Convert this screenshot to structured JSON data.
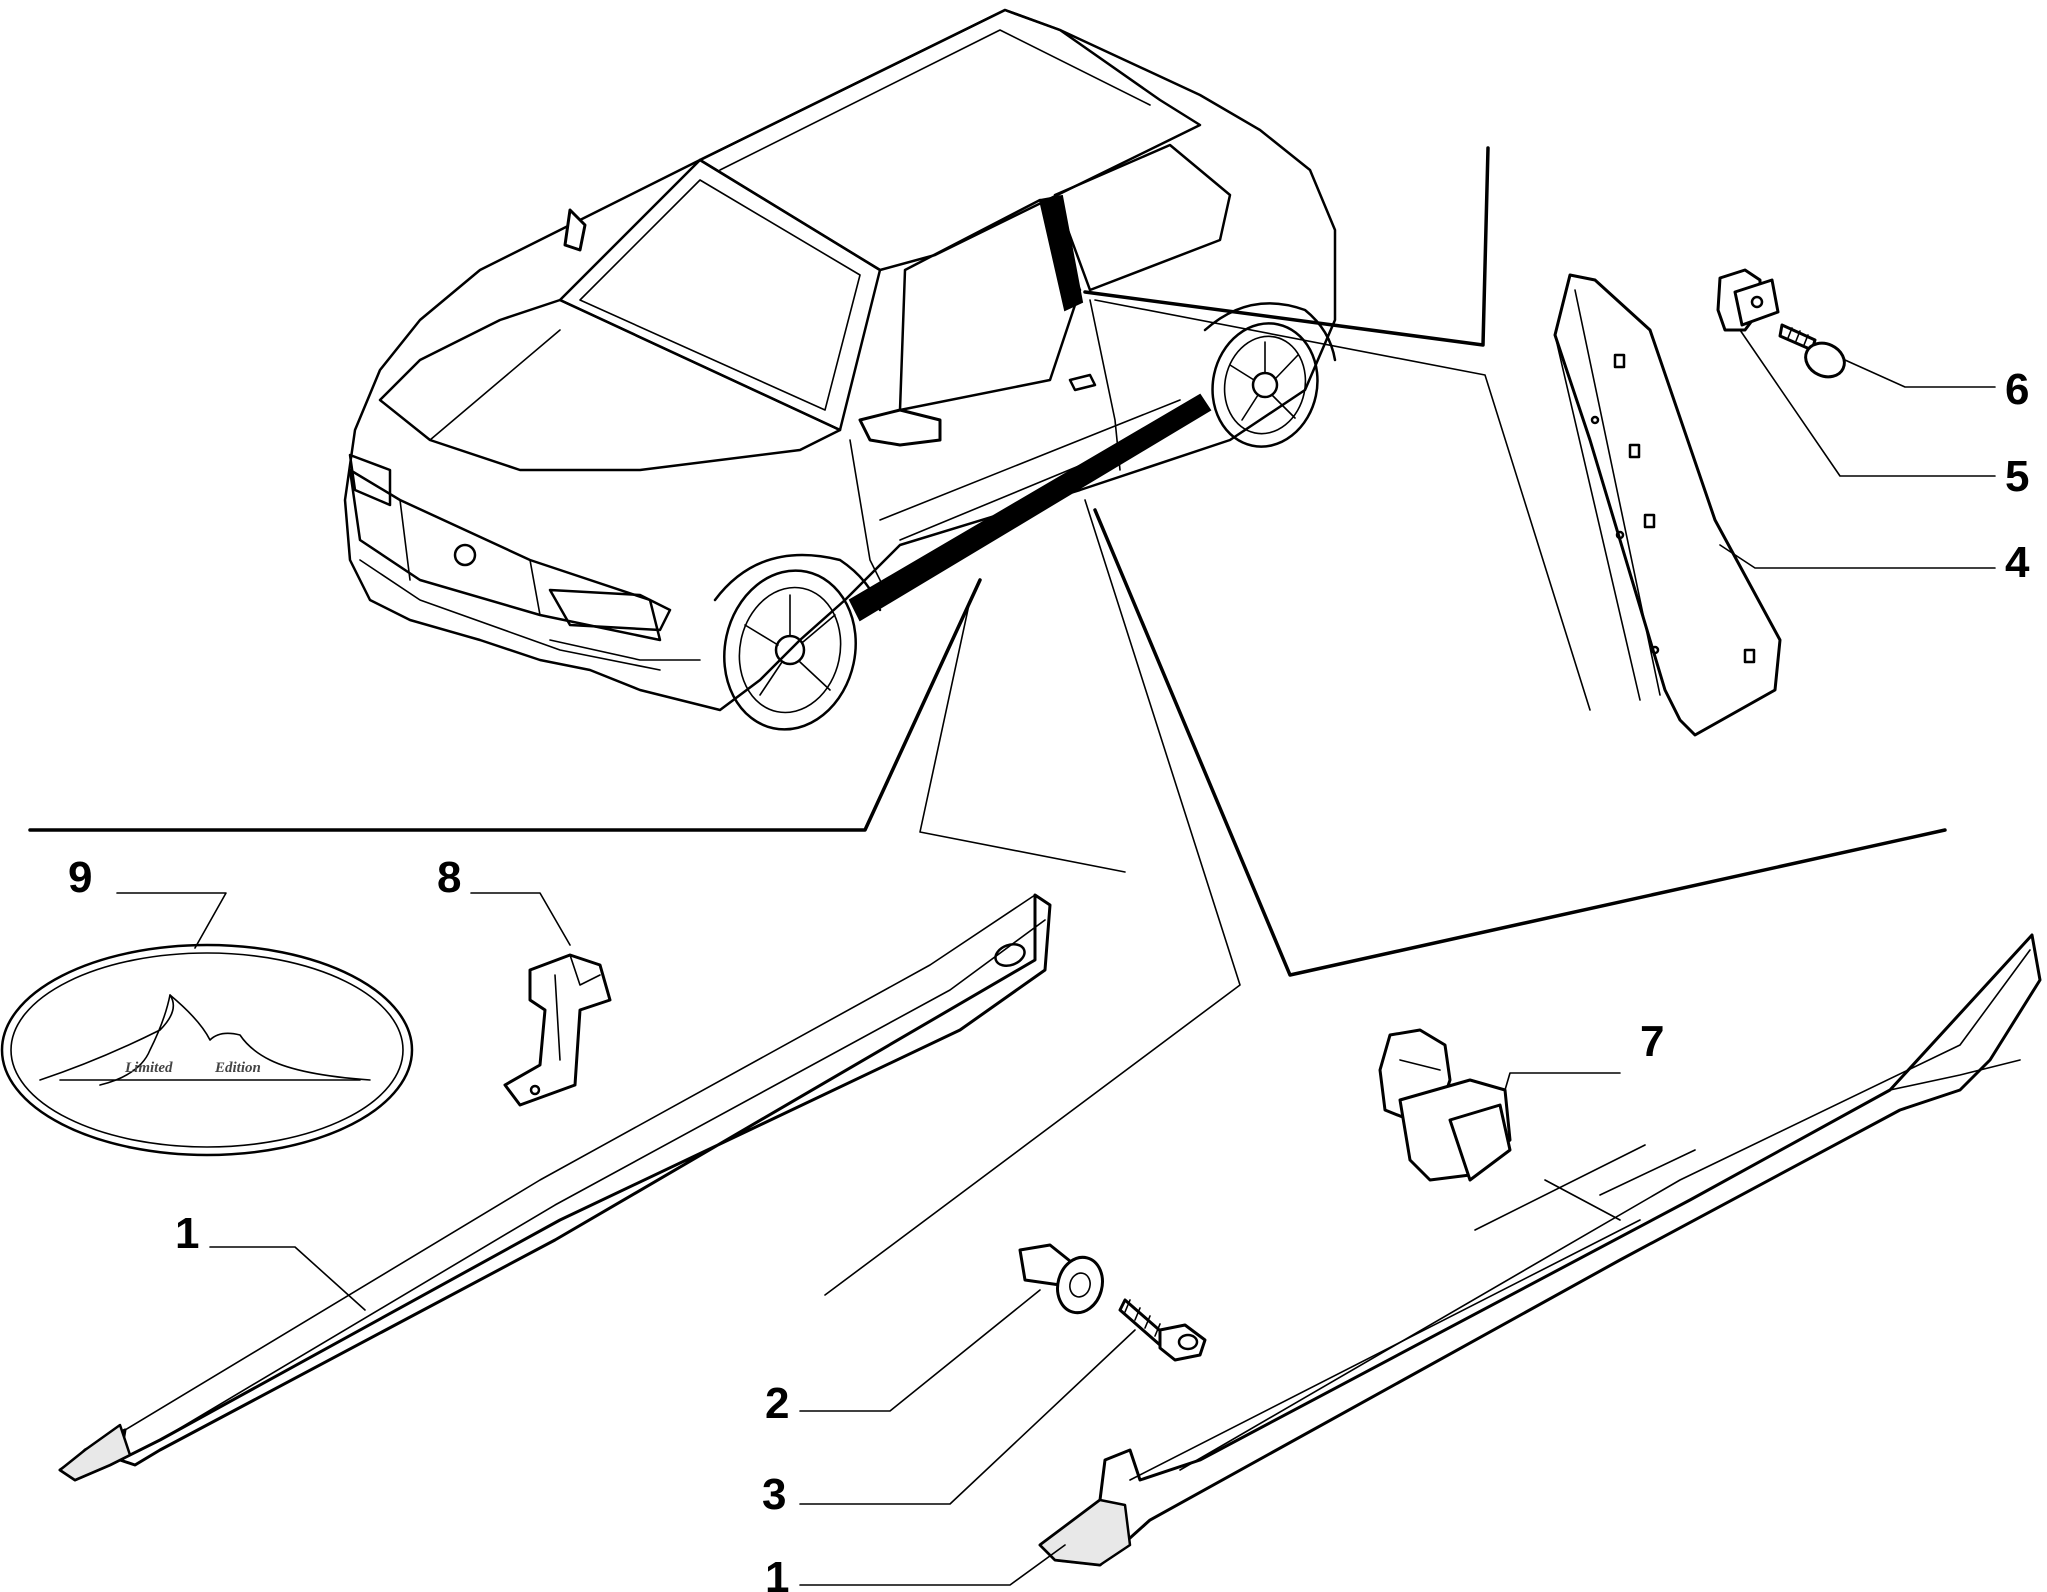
{
  "callouts": [
    {
      "id": "label-1-left",
      "text": "1"
    },
    {
      "id": "label-1-bottom",
      "text": "1"
    },
    {
      "id": "label-2",
      "text": "2"
    },
    {
      "id": "label-3",
      "text": "3"
    },
    {
      "id": "label-4",
      "text": "4"
    },
    {
      "id": "label-5",
      "text": "5"
    },
    {
      "id": "label-6",
      "text": "6"
    },
    {
      "id": "label-7",
      "text": "7"
    },
    {
      "id": "label-8",
      "text": "8"
    },
    {
      "id": "label-9",
      "text": "9"
    }
  ],
  "badge": {
    "text_a": "Limited",
    "text_b": "Edition"
  },
  "colors": {
    "ink": "#000000",
    "paper": "#ffffff"
  }
}
